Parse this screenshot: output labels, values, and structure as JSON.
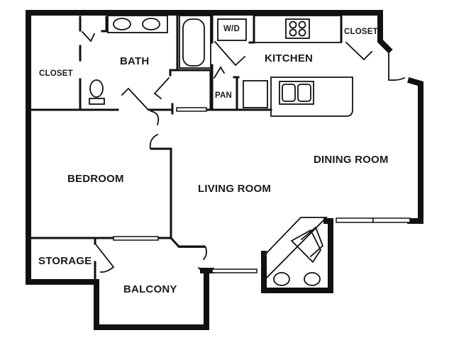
{
  "floor_plan": {
    "colors": {
      "wall": "#111111",
      "background": "#ffffff",
      "label": "#1a1a1a"
    },
    "rooms": {
      "closet_left": "CLOSET",
      "bath": "BATH",
      "wd": "W/D",
      "kitchen": "KITCHEN",
      "closet_right": "CLOSET",
      "pantry": "PAN",
      "dining_room": "DINING ROOM",
      "bedroom": "BEDROOM",
      "living_room": "LIVING ROOM",
      "storage": "STORAGE",
      "balcony": "BALCONY"
    },
    "fixtures": [
      "double-sink-vanity",
      "bathtub",
      "toilet",
      "washer-dryer",
      "cooktop",
      "dishwasher",
      "double-kitchen-sink",
      "fireplace"
    ]
  }
}
